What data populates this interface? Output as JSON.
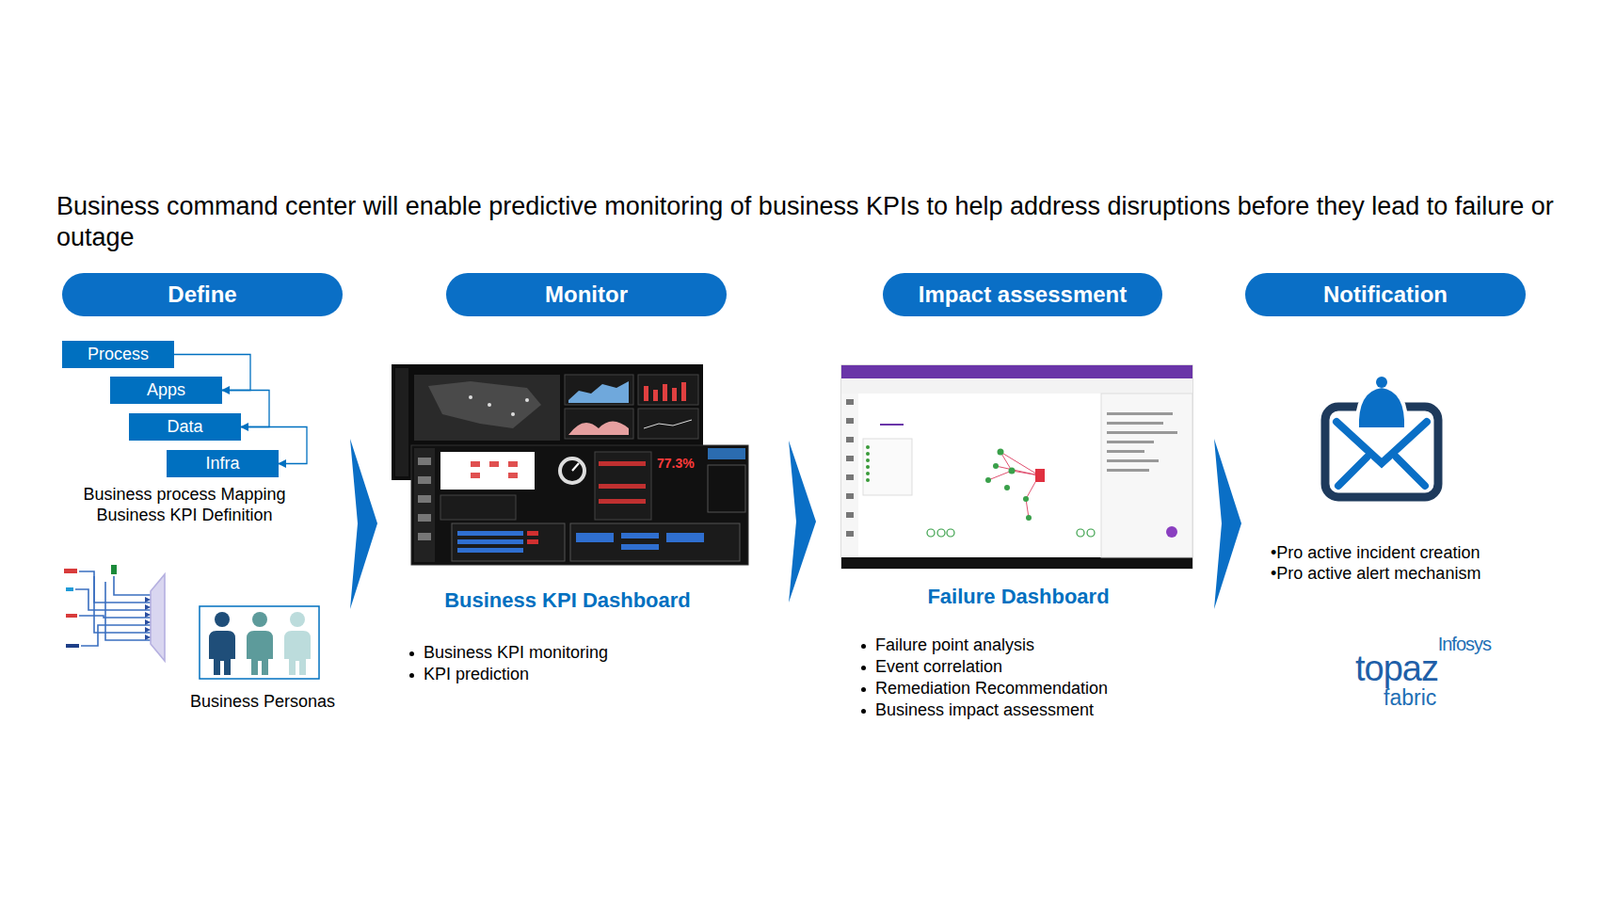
{
  "diagram": {
    "title": "Business command center will enable predictive monitoring of business KPIs to help address disruptions before they lead to failure or outage",
    "nodes": [
      {
        "text": [
          "Define"
        ]
      },
      {
        "text": [
          "Monitor"
        ]
      },
      {
        "text": [
          "Impact assessment"
        ]
      },
      {
        "text": [
          "Notification"
        ]
      },
      {
        "text": [
          "Process"
        ]
      },
      {
        "text": [
          "Apps"
        ]
      },
      {
        "text": [
          "Data"
        ]
      },
      {
        "text": [
          "Infra"
        ]
      }
    ],
    "edges": [
      {
        "from": 4,
        "to": 5,
        "arrow": "to"
      },
      {
        "from": 5,
        "to": 6,
        "arrow": "to"
      },
      {
        "from": 6,
        "to": 7,
        "arrow": "to"
      }
    ],
    "labels": [
      "Business process Mapping Business KPI Definition",
      "Business Personas",
      "77.3%",
      "Business KPI Dashboard",
      "Business KPI monitoring",
      "KPI prediction",
      "Failure Dashboard",
      "Failure point analysis",
      "Event correlation",
      "Remediation Recommendation",
      "Business impact assessment",
      "•Pro active incident creation",
      "•Pro active alert mechanism",
      "Infosys",
      "topaz",
      "fabric"
    ]
  }
}
